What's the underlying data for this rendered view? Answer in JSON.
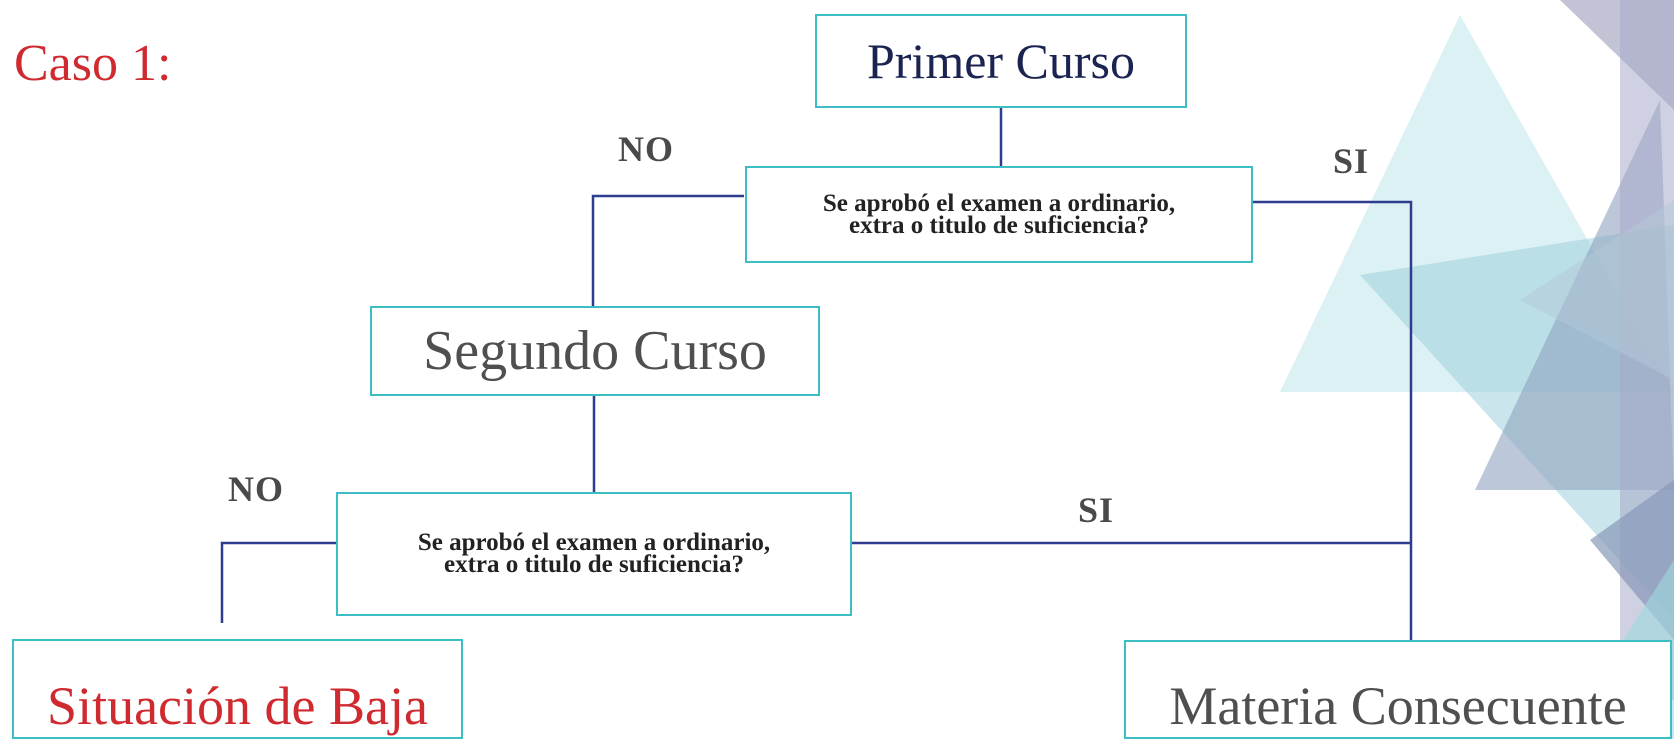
{
  "case_title": "Caso 1:",
  "nodes": {
    "primer_curso": "Primer Curso",
    "question_1": "Se aprobó el examen a ordinario,\nextra o titulo de suficiencia?",
    "segundo_curso": "Segundo Curso",
    "question_2": "Se aprobó el examen a ordinario,\nextra o titulo de suficiencia?",
    "situacion_baja": "Situación de Baja",
    "materia_consecuente": "Materia Consecuente"
  },
  "edge_labels": {
    "no_1": "NO",
    "si_1": "SI",
    "no_2": "NO",
    "si_2": "SI"
  },
  "colors": {
    "box_border": "#3dbdc4",
    "connector": "#2e3d8f",
    "case_title": "#cf2a2f",
    "primer_curso_text": "#1b2350",
    "segundo_curso_text": "#4f4f4f",
    "situacion_baja_text": "#cf2a2f",
    "materia_consecuente_text": "#4f4f4f",
    "edge_label_text": "#4a4a4a"
  }
}
